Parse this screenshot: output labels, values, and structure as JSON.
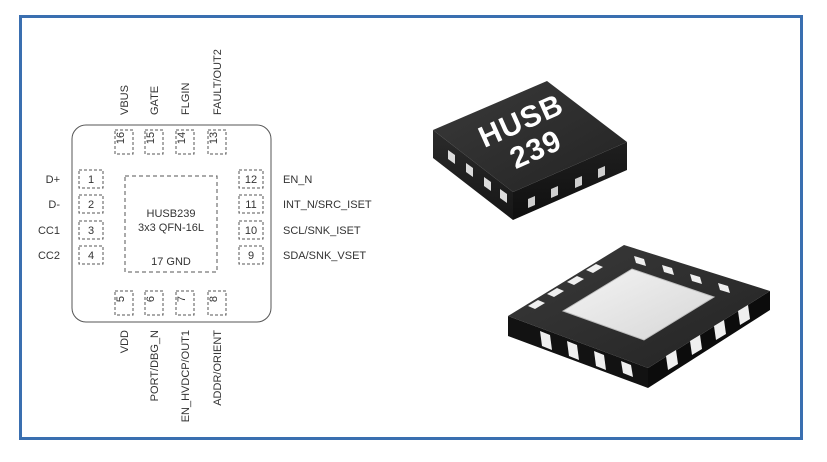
{
  "chip": {
    "name": "HUSB239",
    "package": "3x3 QFN-16L",
    "marking_line1": "HUSB",
    "marking_line2": "239"
  },
  "exposed_pad": {
    "number": "17",
    "name": "GND"
  },
  "pins": {
    "top": [
      {
        "num": "16",
        "name": "VBUS"
      },
      {
        "num": "15",
        "name": "GATE"
      },
      {
        "num": "14",
        "name": "FLGIN"
      },
      {
        "num": "13",
        "name": "FAULT/OUT2"
      }
    ],
    "left": [
      {
        "num": "1",
        "name": "D+"
      },
      {
        "num": "2",
        "name": "D-"
      },
      {
        "num": "3",
        "name": "CC1"
      },
      {
        "num": "4",
        "name": "CC2"
      }
    ],
    "right": [
      {
        "num": "12",
        "name": "EN_N"
      },
      {
        "num": "11",
        "name": "INT_N/SRC_ISET"
      },
      {
        "num": "10",
        "name": "SCL/SNK_ISET"
      },
      {
        "num": "9",
        "name": "SDA/SNK_VSET"
      }
    ],
    "bottom": [
      {
        "num": "5",
        "name": "VDD"
      },
      {
        "num": "6",
        "name": "PORT/DBG_N"
      },
      {
        "num": "7",
        "name": "EN_HVDCP/OUT1"
      },
      {
        "num": "8",
        "name": "ADDR/ORIENT"
      }
    ]
  },
  "colors": {
    "frame_border": "#3a6fb0",
    "line": "#555555",
    "text": "#333333",
    "chip_body": "#262626",
    "chip_top": "#2e2e2e",
    "pad_metal": "#e9e9e9",
    "marking": "#ffffff"
  }
}
